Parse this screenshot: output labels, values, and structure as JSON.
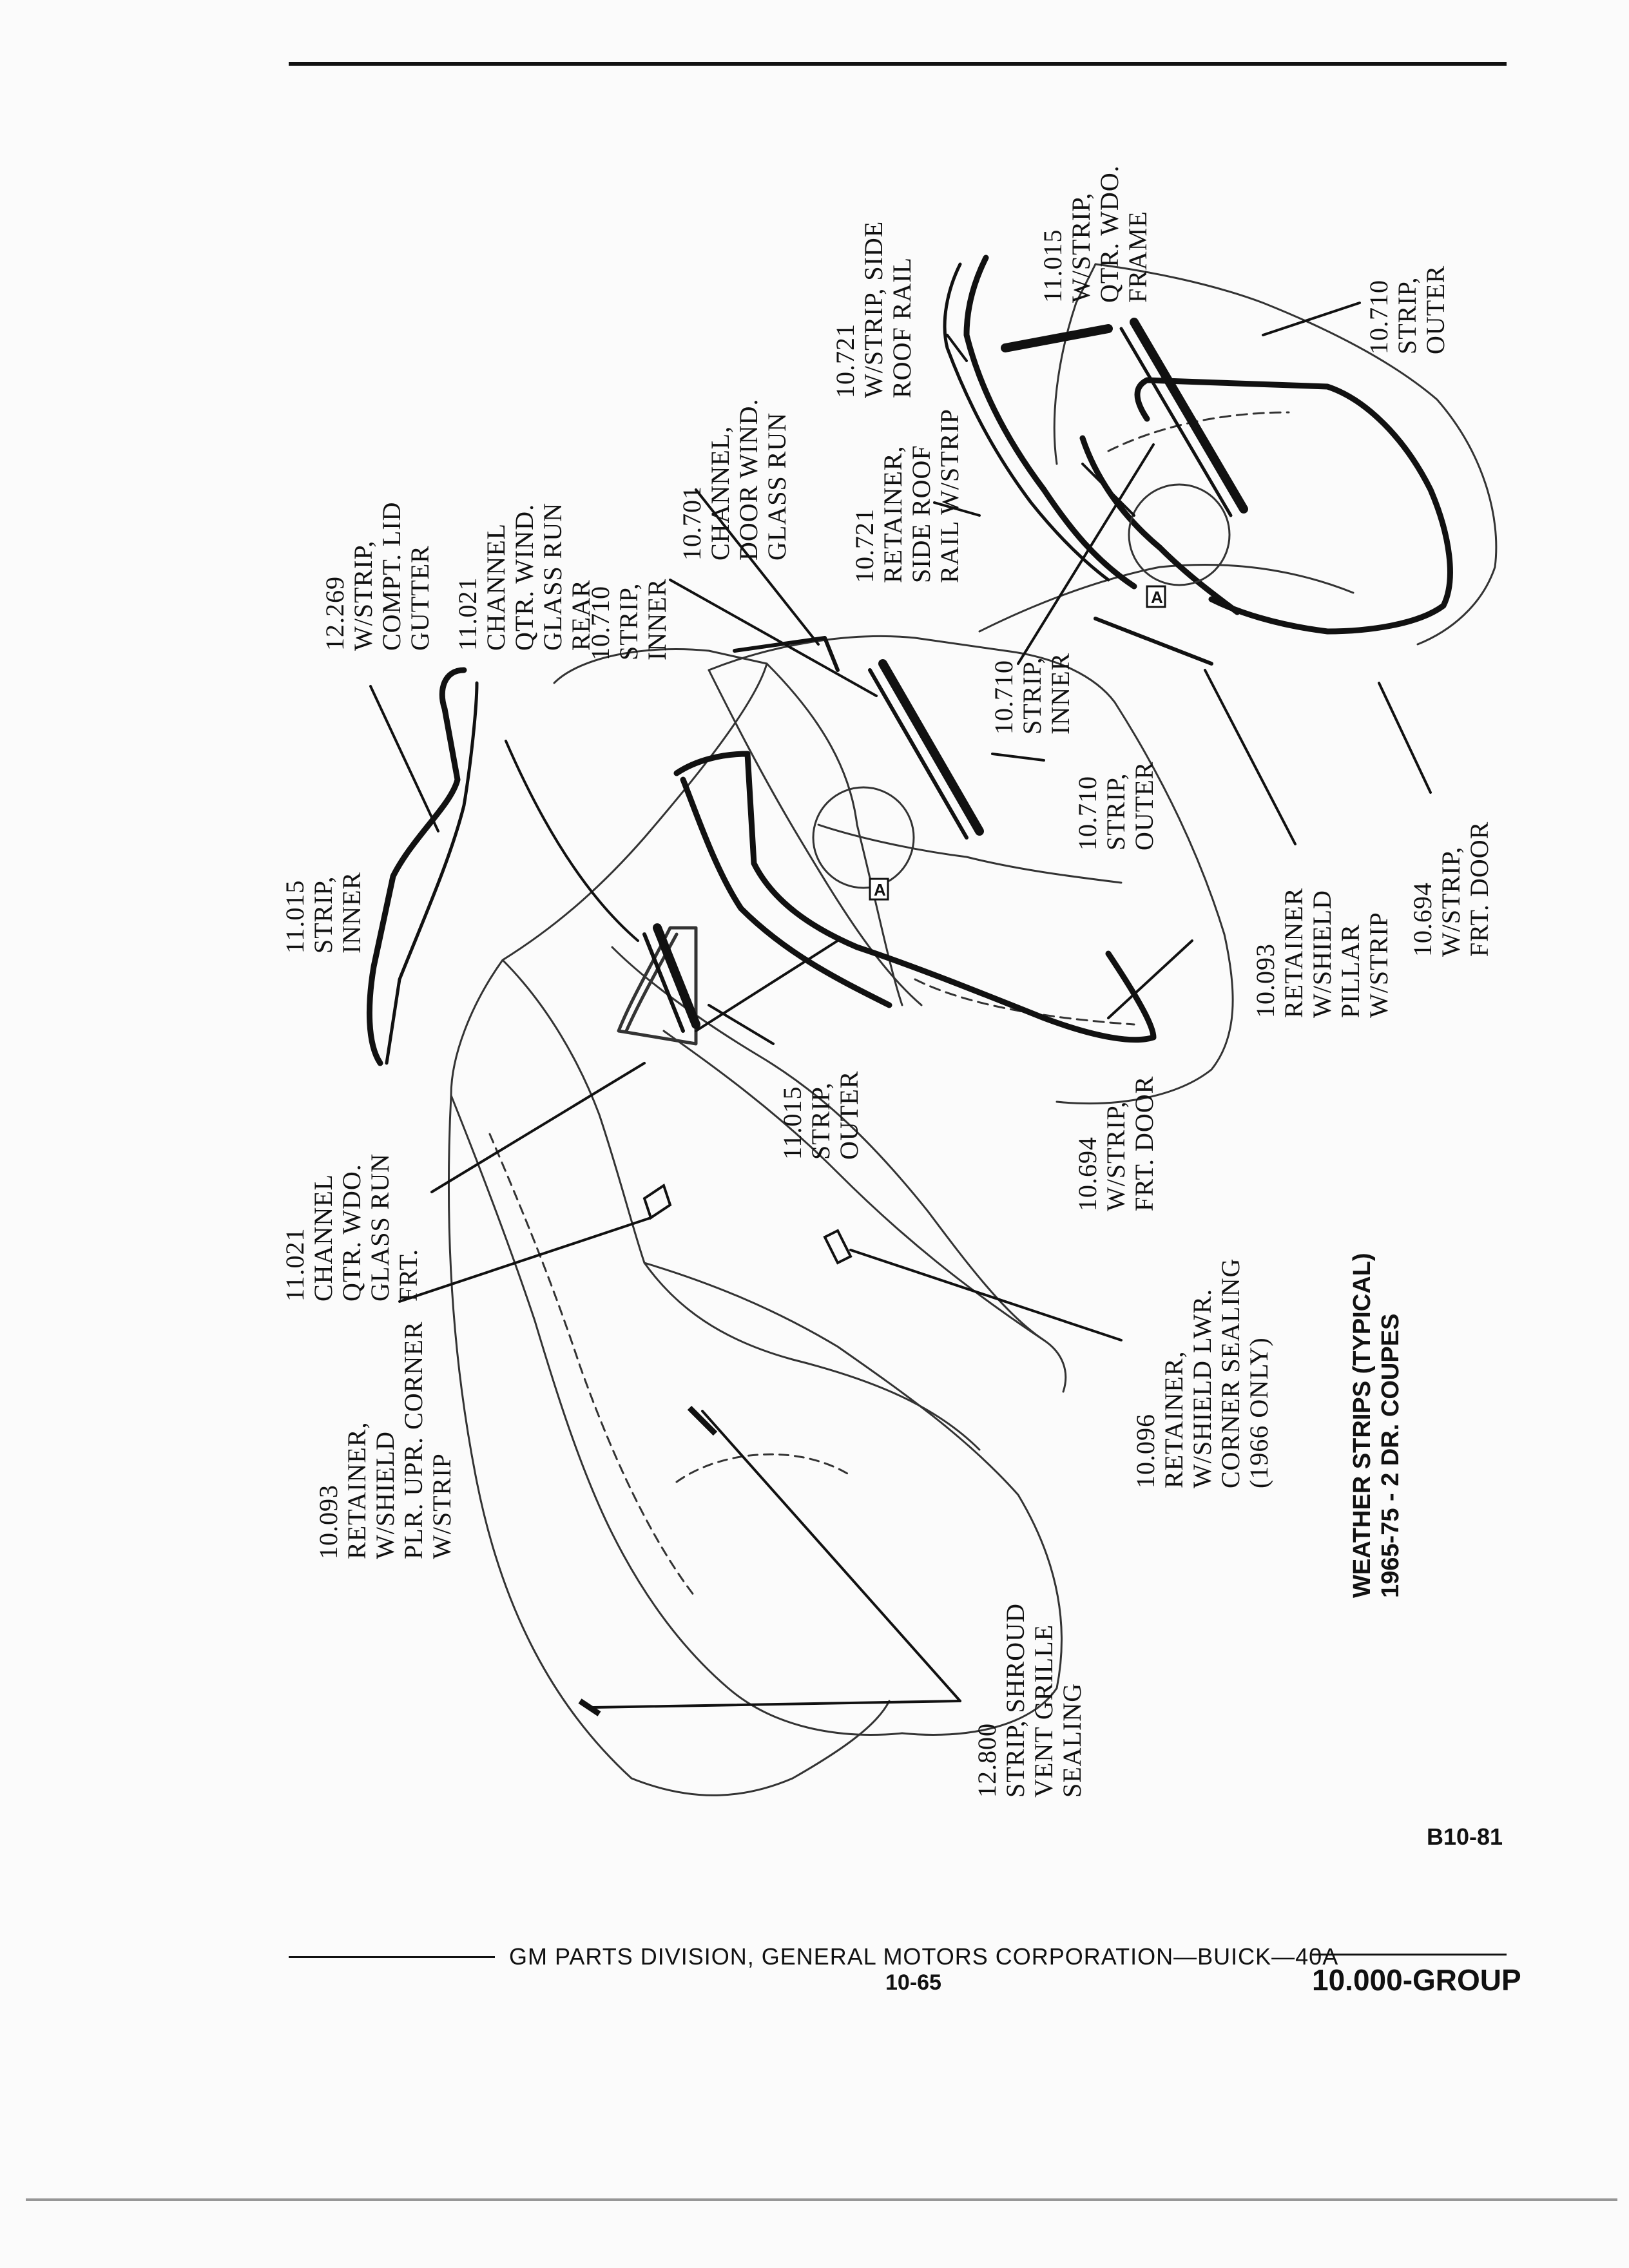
{
  "title": [
    "WEATHER STRIPS (TYPICAL)",
    "1965-75 - 2 DR. COUPES"
  ],
  "figure_code": "B10-81",
  "footer": {
    "division": "GM PARTS DIVISION, GENERAL MOTORS CORPORATION—BUICK—40A",
    "page": "10-65",
    "group": "10.000-GROUP"
  },
  "detail_marker": "A",
  "callouts": {
    "c1": [
      "12.269",
      "W/STRIP,",
      "COMPT. LID",
      "GUTTER"
    ],
    "c2": [
      "11.021",
      "CHANNEL",
      "QTR. WIND.",
      "GLASS RUN",
      "REAR"
    ],
    "c3": [
      "10.710",
      "STRIP,",
      "INNER"
    ],
    "c4": [
      "10.701",
      "CHANNEL,",
      "DOOR WIND.",
      "GLASS RUN"
    ],
    "c5": [
      "10.721",
      "RETAINER,",
      "SIDE ROOF",
      "RAIL W/STRIP"
    ],
    "c6": [
      "10.721",
      "W/STRIP, SIDE",
      "ROOF RAIL"
    ],
    "c7": [
      "11.015",
      "W/STRIP,",
      "QTR. WDO.",
      "FRAME"
    ],
    "c8": [
      "10.710",
      "STRIP,",
      "OUTER"
    ],
    "c9": [
      "10.710",
      "STRIP,",
      "INNER"
    ],
    "c10": [
      "10.710",
      "STRIP,",
      "OUTER"
    ],
    "c11": [
      "11.015",
      "STRIP,",
      "INNER"
    ],
    "c12": [
      "11.015",
      "STRIP,",
      "OUTER"
    ],
    "c13": [
      "10.694",
      "W/STRIP,",
      "FRT. DOOR"
    ],
    "c14": [
      "10.093",
      "RETAINER",
      "W/SHIELD",
      "PILLAR",
      "W/STRIP"
    ],
    "c15": [
      "10.694",
      "W/STRIP,",
      "FRT. DOOR"
    ],
    "c16": [
      "11.021",
      "CHANNEL",
      "QTR. WDO.",
      "GLASS RUN",
      "FRT."
    ],
    "c17": [
      "10.096",
      "RETAINER,",
      "W/SHIELD LWR.",
      "CORNER SEALING",
      "(1966 ONLY)"
    ],
    "c18": [
      "10.093",
      "RETAINER,",
      "W/SHIELD",
      "PLR. UPR. CORNER",
      "W/STRIP"
    ],
    "c19": [
      "12.800",
      "STRIP, SHROUD",
      "VENT GRILLE",
      "SEALING"
    ]
  }
}
